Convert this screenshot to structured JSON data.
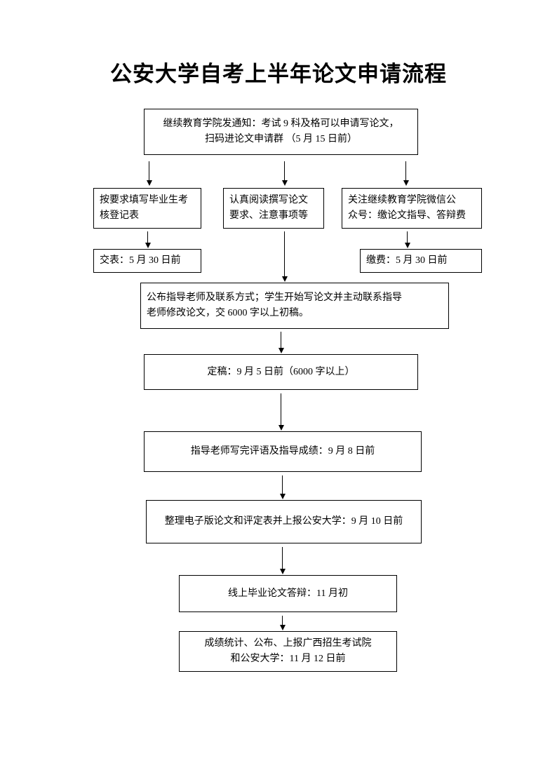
{
  "title": "公安大学自考上半年论文申请流程",
  "flow": {
    "notice": "继续教育学院发通知：考试 9 科及格可以申请写论文，\n扫码进论文申请群 （5 月 15 日前）",
    "fill_form": "按要求填写毕业生考\n核登记表",
    "read_requirements": "认真阅读撰写论文\n要求、注意事项等",
    "follow_wechat": "关注继续教育学院微信公\n众号：缴论文指导、答辩费",
    "submit_form": "交表：5 月 30 日前",
    "pay_fee": "缴费：5 月 30 日前",
    "advisor": "公布指导老师及联系方式；学生开始写论文并主动联系指导\n老师修改论文，交 6000 字以上初稿。",
    "final_draft": "定稿：9 月 5 日前（6000 字以上）",
    "review": "指导老师写完评语及指导成绩：9 月 8 日前",
    "report": "整理电子版论文和评定表并上报公安大学：9 月 10 日前",
    "defense": "线上毕业论文答辩：11 月初",
    "results": "成绩统计、公布、上报广西招生考试院\n和公安大学：11 月 12 日前"
  }
}
